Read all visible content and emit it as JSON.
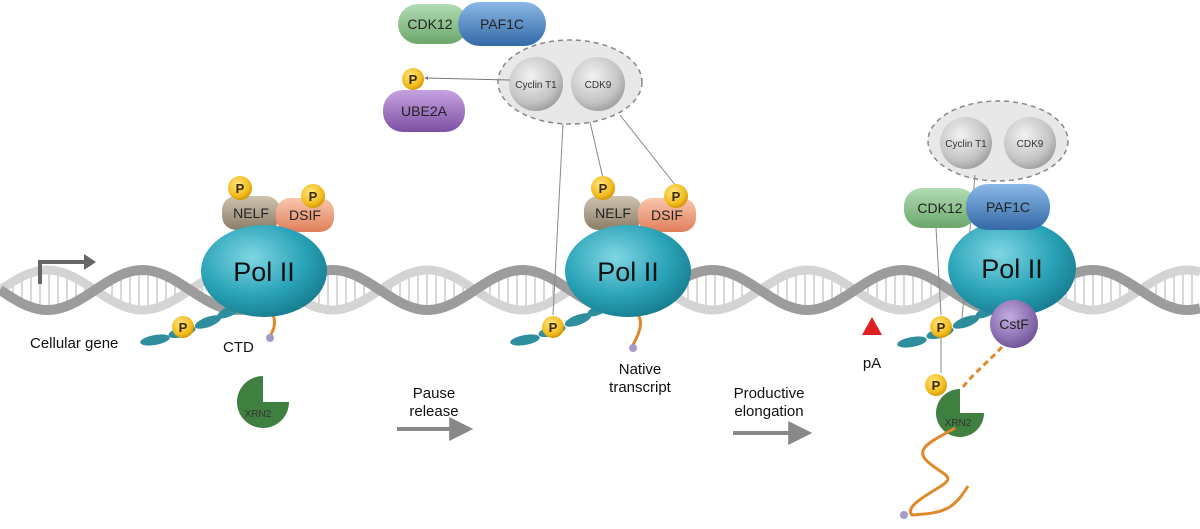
{
  "labels": {
    "pol": "Pol II",
    "nelf": "NELF",
    "dsif": "DSIF",
    "p": "P",
    "cdk12": "CDK12",
    "paf1c": "PAF1C",
    "cyclin": "Cyclin T1",
    "cdk9": "CDK9",
    "ube2a": "UBE2A",
    "xrn2": "XRN2",
    "cstf": "CstF",
    "cellular_gene": "Cellular gene",
    "ctd": "CTD",
    "native_1": "Native",
    "native_2": "transcript",
    "pause_1": "Pause",
    "pause_2": "release",
    "prod_1": "Productive",
    "prod_2": "elongation",
    "pa": "pA"
  },
  "colors": {
    "dna_dark": "#9c9c9c",
    "dna_light": "#d4d4d4",
    "pol": "#2aa3b8",
    "nelf": "#a99a84",
    "dsif": "#ee9f7e",
    "phospho": "#f2bb1c",
    "cdk12": "#86c088",
    "paf1c": "#4d88c4",
    "ube2a": "#9b6bbd",
    "xrn2": "#3f7f3f",
    "cstf": "#8a6bb0",
    "rna": "#e0892a",
    "pa_marker": "#e02020",
    "arrow": "#888888"
  }
}
